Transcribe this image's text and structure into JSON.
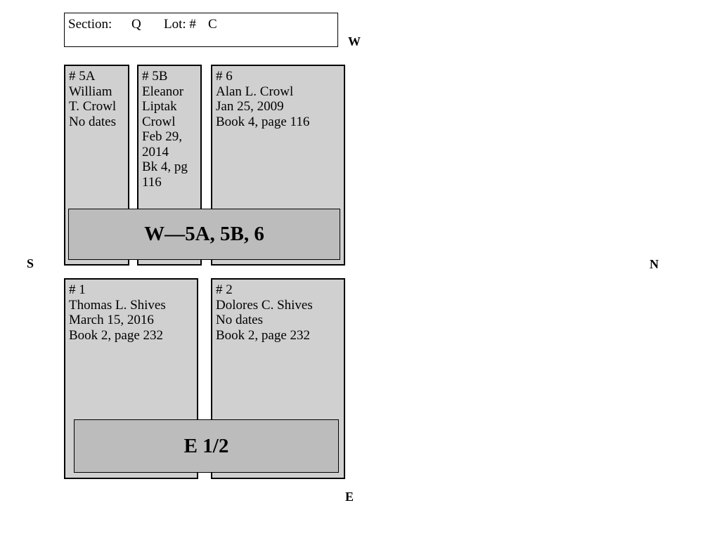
{
  "header": {
    "section_label": "Section:",
    "section_value": "Q",
    "lot_label": "Lot: #",
    "lot_value": "C"
  },
  "compass": {
    "west": "W",
    "south": "S",
    "north": "N",
    "east": "E"
  },
  "plots": {
    "p5a": {
      "lines": [
        "# 5A",
        "William",
        "T. Crowl",
        "No dates"
      ]
    },
    "p5b": {
      "lines": [
        "# 5B",
        "Eleanor",
        "Liptak",
        "Crowl",
        "Feb 29,",
        "2014",
        "Bk 4, pg",
        "116"
      ]
    },
    "p6": {
      "lines": [
        "# 6",
        "Alan L. Crowl",
        "Jan 25, 2009",
        "Book 4, page 116"
      ]
    },
    "p1": {
      "lines": [
        "# 1",
        "Thomas L. Shives",
        "March 15, 2016",
        "Book 2, page 232"
      ]
    },
    "p2": {
      "lines": [
        "# 2",
        "Dolores C. Shives",
        "No dates",
        "Book 2, page 232"
      ]
    }
  },
  "banners": {
    "west_row": "W—5A, 5B, 6",
    "east_row": "E 1/2"
  }
}
